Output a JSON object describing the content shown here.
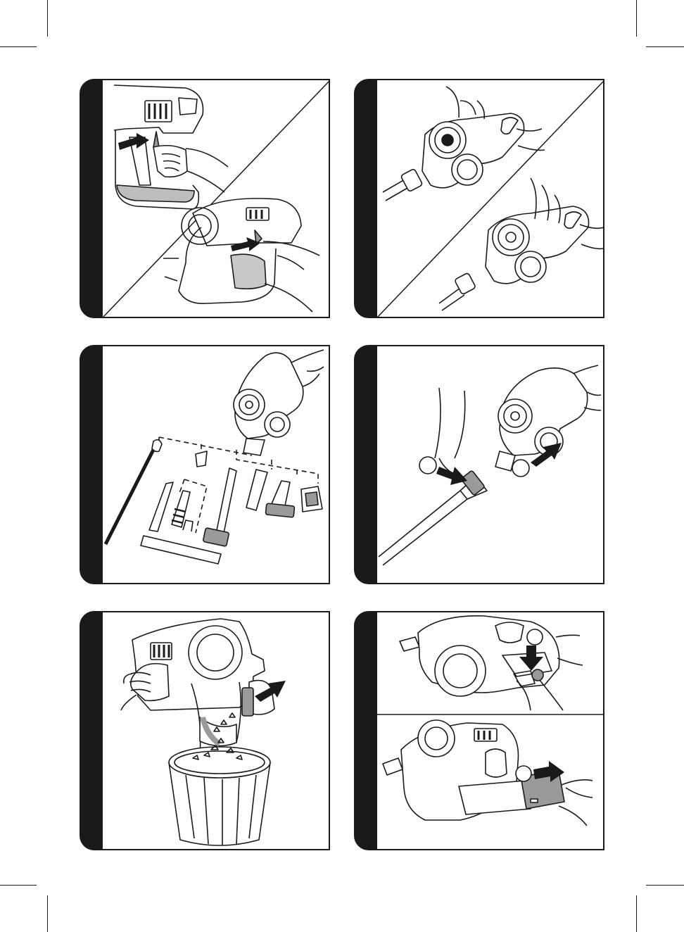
{
  "page": {
    "background": "#ffffff",
    "ink": "#1a1a1a",
    "tint": "#9a9a9a",
    "panels": [
      {
        "id": "step-1",
        "icon": "release-button-press-icon"
      },
      {
        "id": "step-2",
        "icon": "lock-button-press-icon"
      },
      {
        "id": "step-3",
        "icon": "accessory-set-icon"
      },
      {
        "id": "step-4",
        "icon": "tube-attach-icon",
        "callouts": [
          "",
          ""
        ]
      },
      {
        "id": "step-5",
        "icon": "empty-dust-bin-icon"
      },
      {
        "id": "step-6",
        "icon": "remove-battery-icon",
        "callouts": [
          "",
          ""
        ]
      }
    ]
  }
}
